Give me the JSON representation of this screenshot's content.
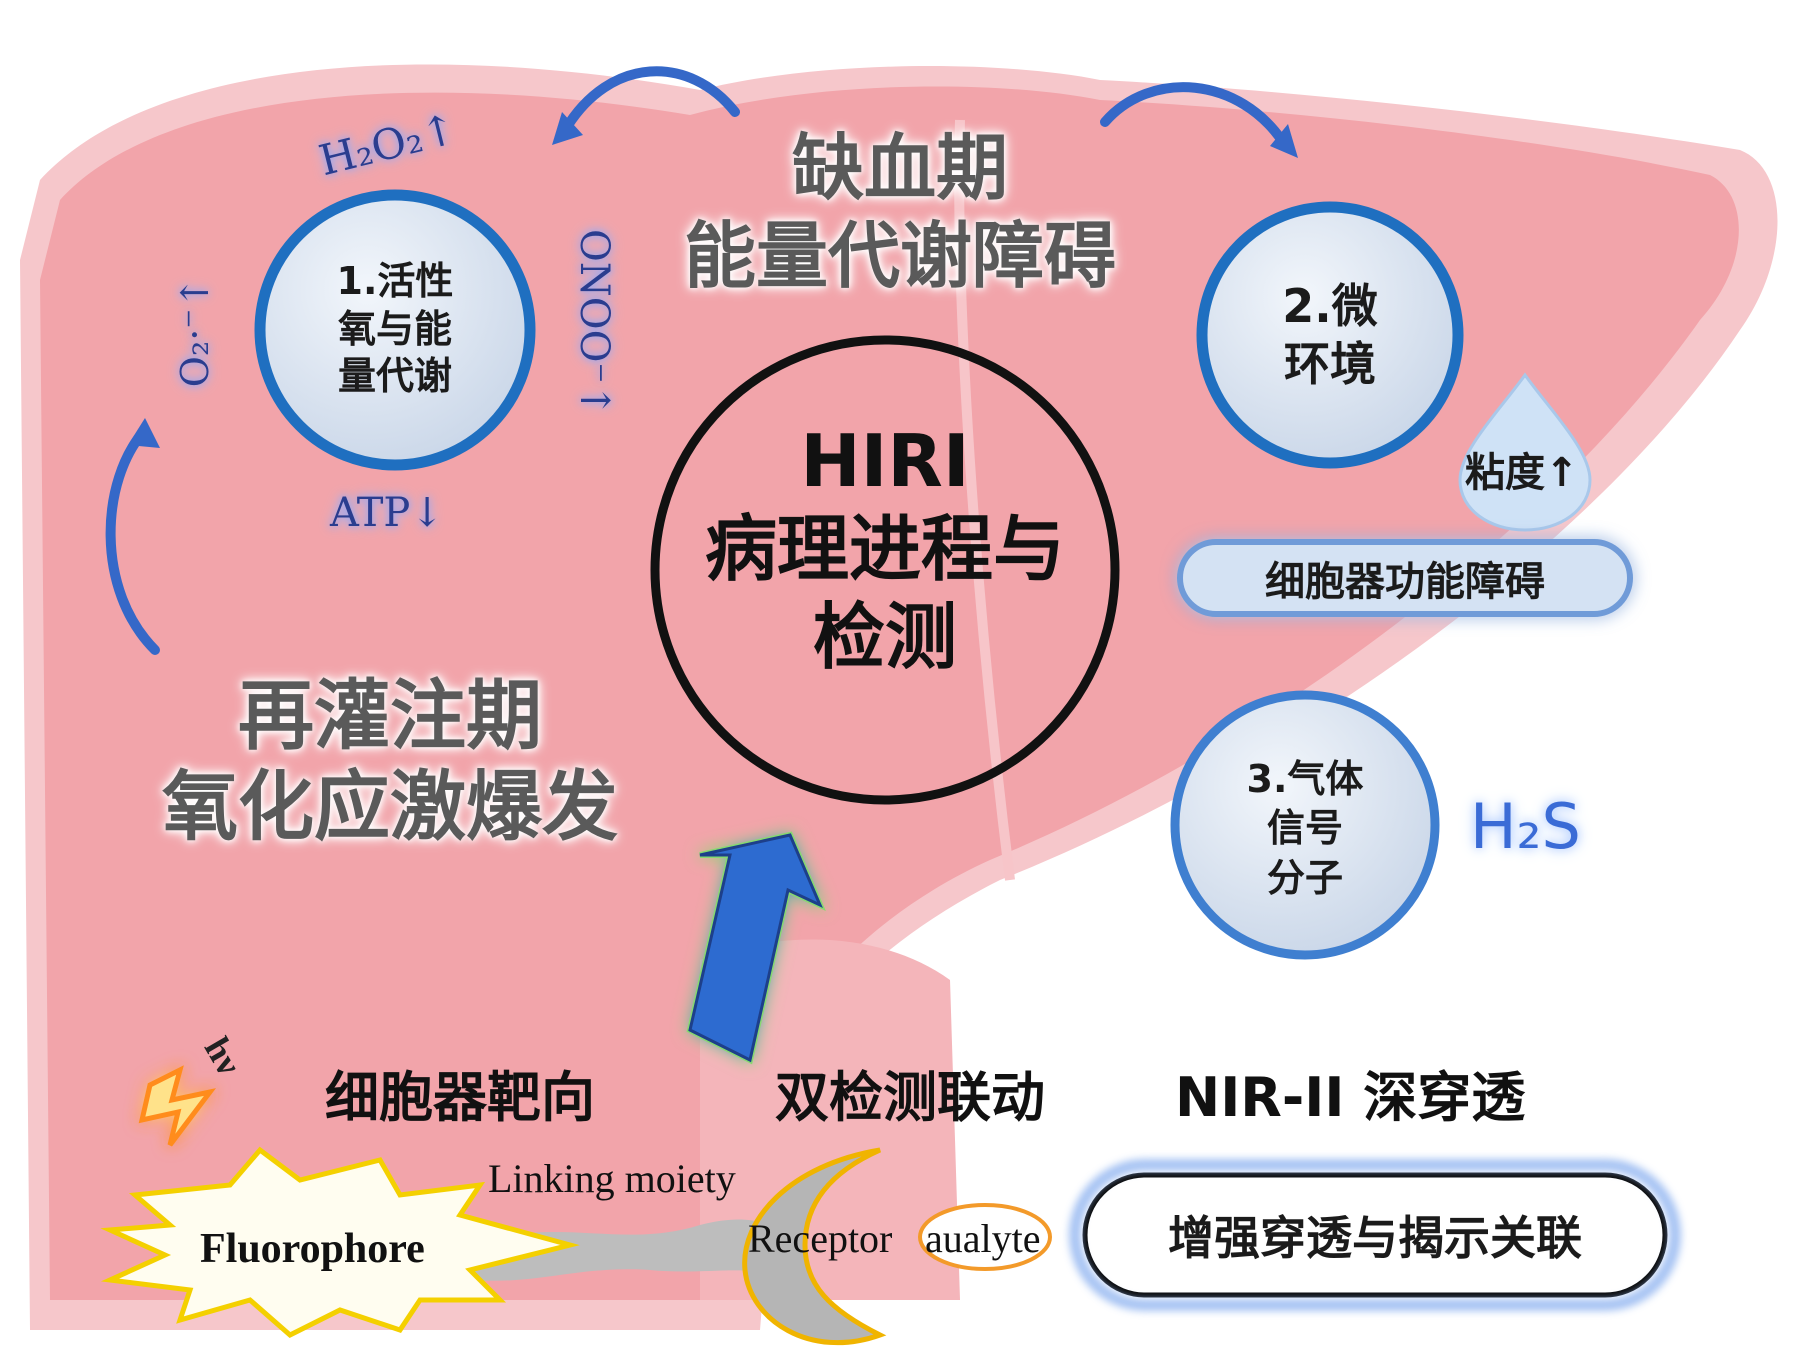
{
  "center": {
    "line1": "HIRI",
    "line2": "病理进程与",
    "line3": "检测"
  },
  "ischemia": {
    "line1": "缺血期",
    "line2": "能量代谢障碍"
  },
  "reperfusion": {
    "line1": "再灌注期",
    "line2": "氧化应激爆发"
  },
  "circle1": {
    "line1": "1.活性",
    "line2": "氧与能",
    "line3": "量代谢"
  },
  "circle2": {
    "line1": "2.微",
    "line2": "环境"
  },
  "circle3": {
    "line1": "3.气体",
    "line2": "信号",
    "line3": "分子"
  },
  "markers": {
    "h2o2": "H₂O₂↑",
    "o2": "O₂·⁻↑",
    "onoo": "ONOO⁻↑",
    "atp": "ATP↓",
    "viscosity": "粘度↑",
    "h2s": "H₂S"
  },
  "organelle_pill": "细胞器功能障碍",
  "features": {
    "f1": "细胞器靶向",
    "f2": "双检测联动",
    "f3": "NIR-II 深穿透"
  },
  "probe": {
    "hv": "hν",
    "fluorophore": "Fluorophore",
    "linker": "Linking moiety",
    "receptor": "Receptor",
    "analyte": "aualyte"
  },
  "enhance_pill": "增强穿透与揭示关联",
  "colors": {
    "liver": "#f2a4aa",
    "circle_border": "#1f6fc0",
    "circle_fill": "#dde6f2",
    "arrow": "#3568c8"
  }
}
